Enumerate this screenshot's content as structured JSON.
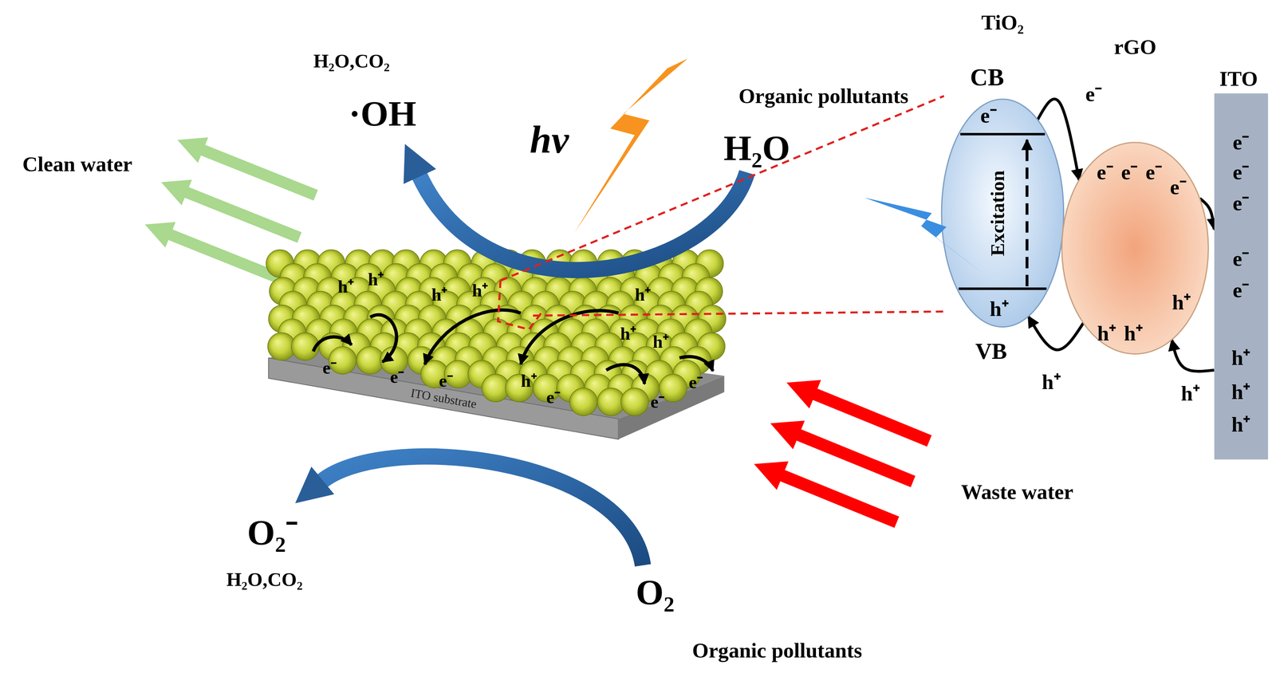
{
  "diagram": {
    "nodes": [
      {
        "text": [
          "TiO₂",
          "CB",
          "e⁻",
          "Excitation",
          "h⁺",
          "VB"
        ]
      },
      {
        "text": [
          "rGO",
          "e⁻",
          "e⁻",
          "e⁻",
          "e⁻",
          "h⁺",
          "h⁺",
          "h⁺"
        ]
      },
      {
        "text": [
          "ITO",
          "e⁻",
          "e⁻",
          "e⁻",
          "e⁻",
          "e⁻",
          "h⁺",
          "h⁺",
          "h⁺"
        ]
      }
    ],
    "edges": [
      {
        "from": 0,
        "to": 1,
        "arrow": "to",
        "label": "e⁻"
      },
      {
        "from": 1,
        "to": 2,
        "arrow": "to"
      },
      {
        "from": 1,
        "to": 0,
        "arrow": "to",
        "label": "h⁺"
      },
      {
        "from": 2,
        "to": 1,
        "arrow": "to",
        "label": "h⁺"
      }
    ],
    "labels": [
      "H₂O,CO₂",
      "·OH",
      "hv",
      "Organic pollutants",
      "H₂O",
      "Clean water",
      "h⁺",
      "h⁺",
      "h⁺",
      "h⁺",
      "h⁺",
      "h⁺",
      "h⁺",
      "h⁺",
      "e⁻",
      "e⁻",
      "e⁻",
      "e⁻",
      "e⁻",
      "e⁻",
      "ITO substrate",
      "Waste water",
      "O₂⁻",
      "H₂O,CO₂",
      "O₂",
      "Organic pollutants"
    ]
  }
}
